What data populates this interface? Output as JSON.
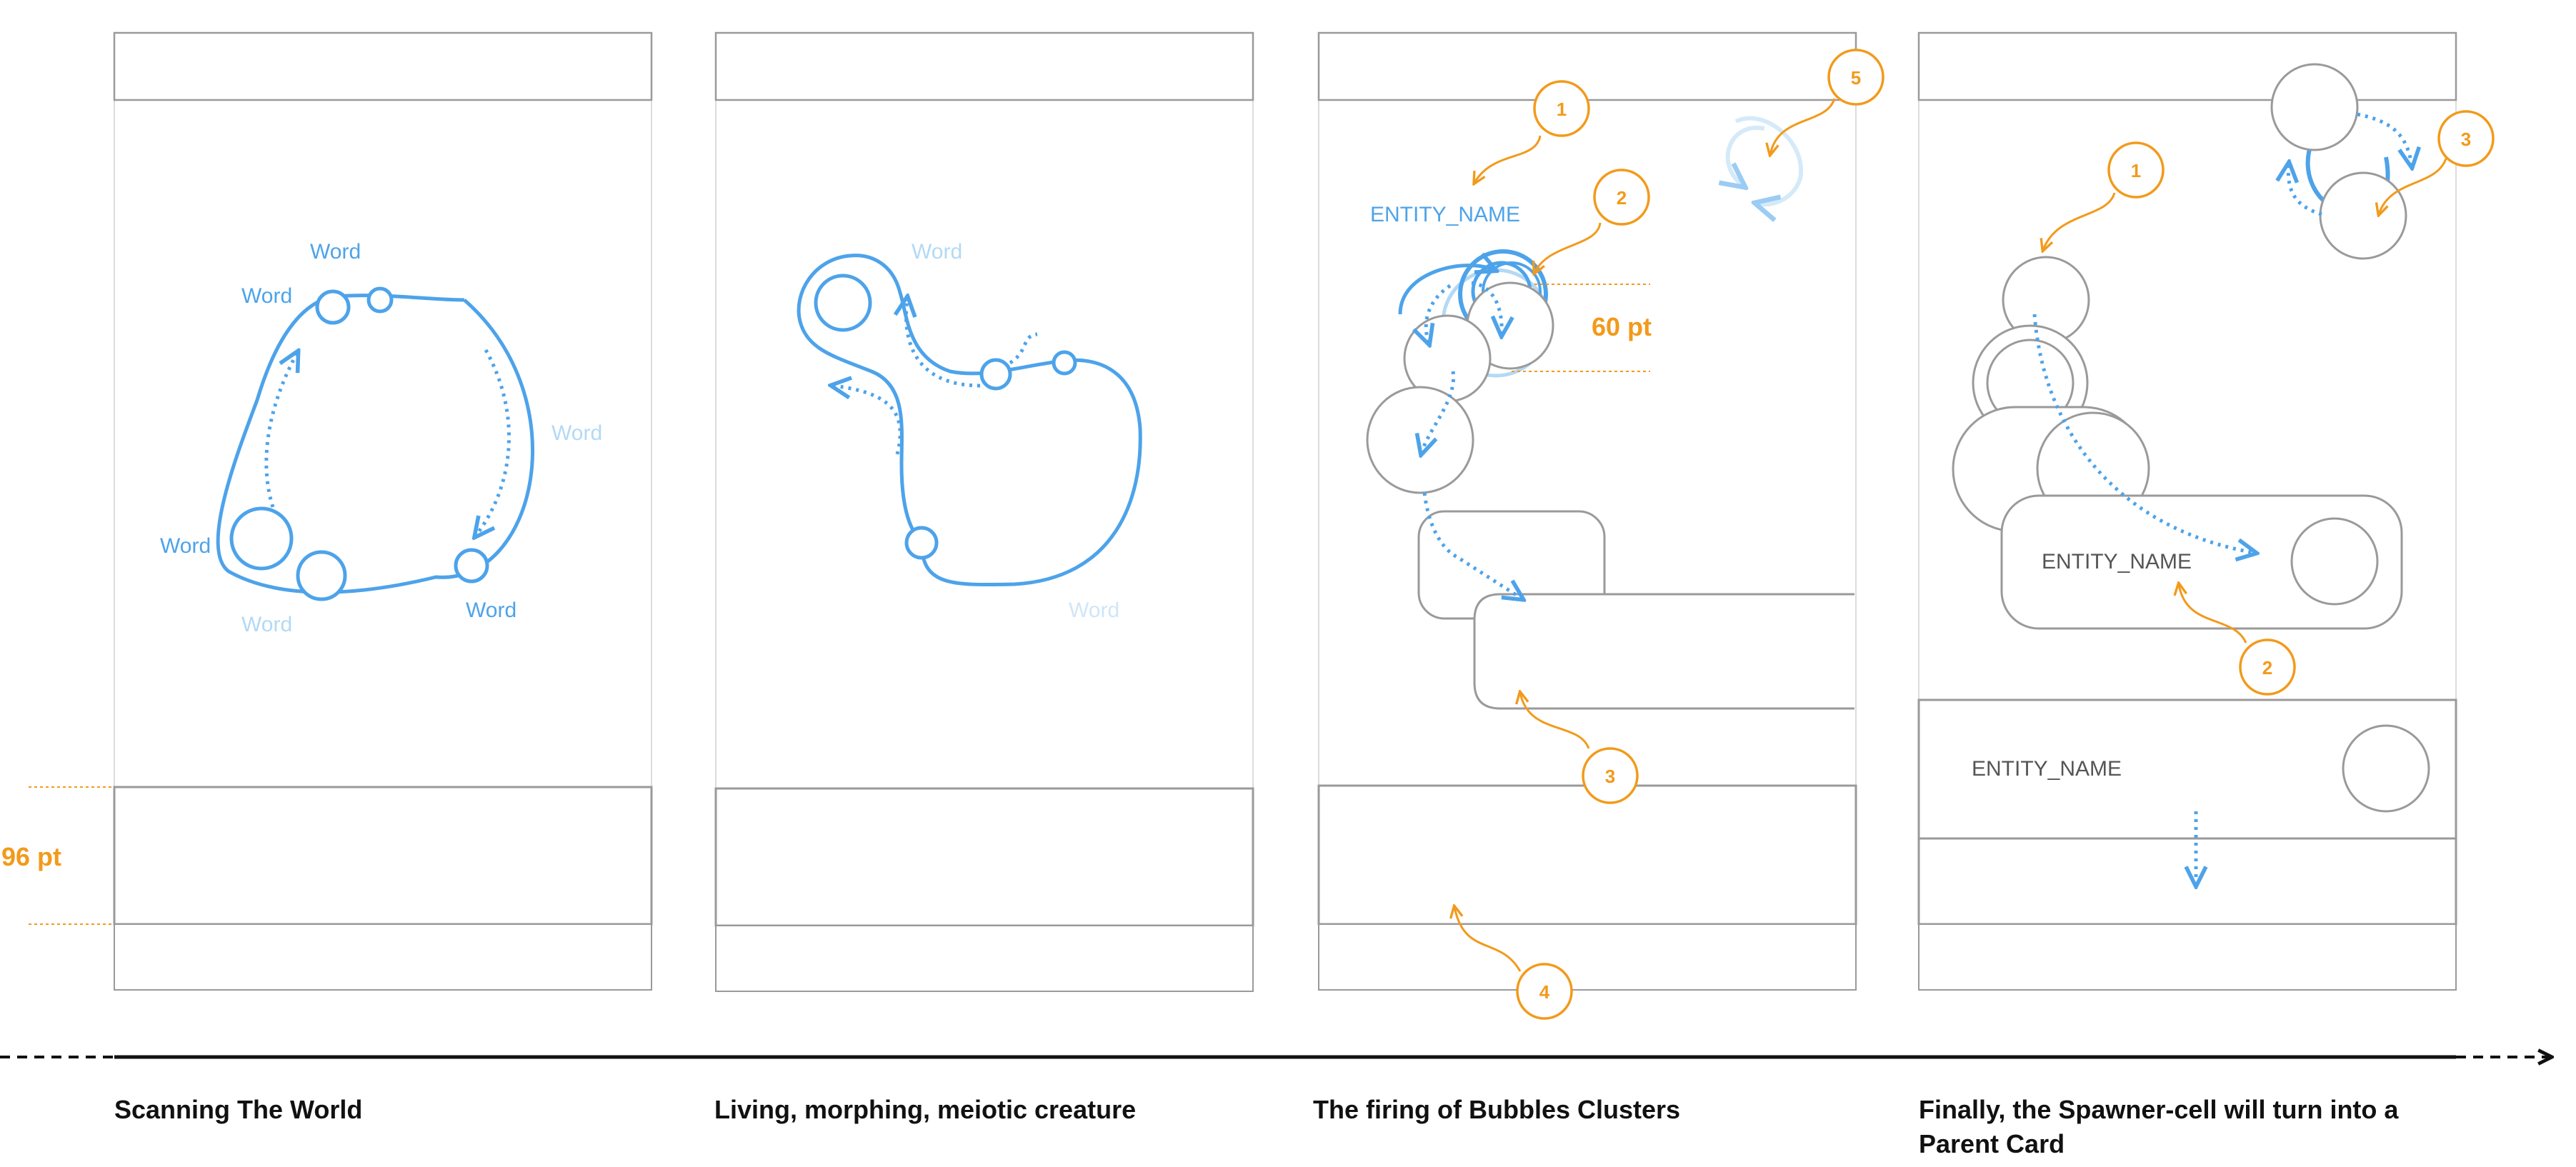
{
  "colors": {
    "blue": "#4da3ea",
    "blue_light": "#b3d9f5",
    "orange": "#f29a1b",
    "grey": "#9a9a9a",
    "black": "#111111"
  },
  "panels": [
    {
      "caption": "Scanning The World",
      "words": [
        "Word",
        "Word",
        "Word",
        "Word",
        "Word",
        "Word"
      ],
      "measure_label": "96 pt"
    },
    {
      "caption": "Living, morphing, meiotic creature",
      "words": [
        "Word",
        "Word"
      ]
    },
    {
      "caption": "The firing of Bubbles Clusters",
      "entity_label": "ENTITY_NAME",
      "measure_label": "60 pt",
      "markers": [
        "1",
        "2",
        "3",
        "4",
        "5"
      ]
    },
    {
      "caption": "Finally, the Spawner-cell will turn into a Parent Card",
      "entity_labels": [
        "ENTITY_NAME",
        "ENTITY_NAME"
      ],
      "markers": [
        "1",
        "2",
        "3"
      ]
    }
  ],
  "icons": {
    "timeline": "dashed-arrow-right",
    "refresh": "refresh-icon"
  }
}
